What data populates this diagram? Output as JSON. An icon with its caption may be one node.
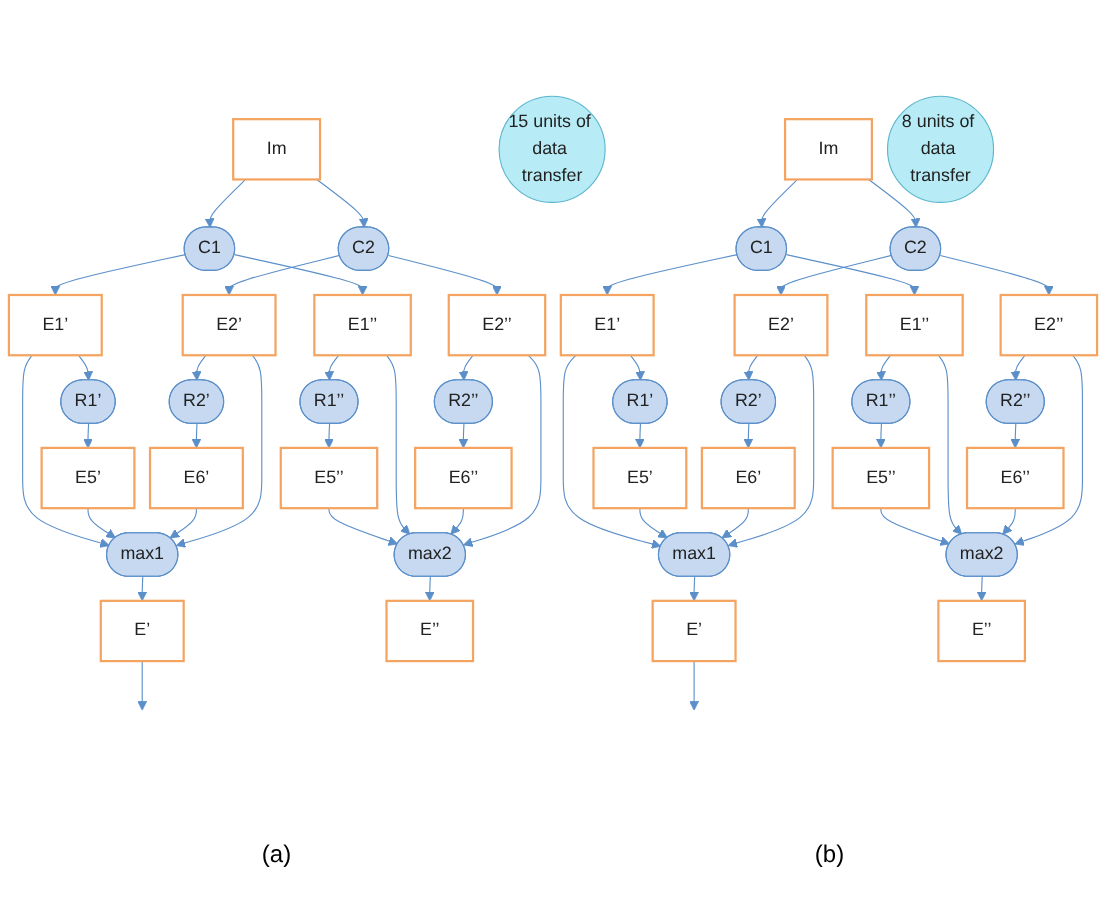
{
  "diagram": {
    "nodes": [
      {
        "text": [
          "Im"
        ]
      },
      {
        "text": [
          "C1"
        ]
      },
      {
        "text": [
          "C2"
        ]
      },
      {
        "text": [
          "E1’"
        ]
      },
      {
        "text": [
          "E1’’"
        ]
      },
      {
        "text": [
          "E2’"
        ]
      },
      {
        "text": [
          "E2’’"
        ]
      },
      {
        "text": [
          "R1’"
        ]
      },
      {
        "text": [
          "R1’’"
        ]
      },
      {
        "text": [
          "R2’"
        ]
      },
      {
        "text": [
          "R2’’"
        ]
      },
      {
        "text": [
          "E5’"
        ]
      },
      {
        "text": [
          "E5’’"
        ]
      },
      {
        "text": [
          "E6’"
        ]
      },
      {
        "text": [
          "E6’’"
        ]
      },
      {
        "text": [
          "max1"
        ]
      },
      {
        "text": [
          "max2"
        ]
      },
      {
        "text": [
          "E’"
        ]
      },
      {
        "text": [
          "E’’"
        ]
      },
      {
        "text": [
          "15 units of data transfer"
        ]
      },
      {
        "text": [
          "Im"
        ]
      },
      {
        "text": [
          "C1"
        ]
      },
      {
        "text": [
          "C2"
        ]
      },
      {
        "text": [
          "E1’"
        ]
      },
      {
        "text": [
          "E1’’"
        ]
      },
      {
        "text": [
          "E2’"
        ]
      },
      {
        "text": [
          "E2’’"
        ]
      },
      {
        "text": [
          "R1’"
        ]
      },
      {
        "text": [
          "R1’’"
        ]
      },
      {
        "text": [
          "R2’"
        ]
      },
      {
        "text": [
          "R2’’"
        ]
      },
      {
        "text": [
          "E5’"
        ]
      },
      {
        "text": [
          "E5’’"
        ]
      },
      {
        "text": [
          "E6’"
        ]
      },
      {
        "text": [
          "E6’’"
        ]
      },
      {
        "text": [
          "max1"
        ]
      },
      {
        "text": [
          "max2"
        ]
      },
      {
        "text": [
          "E’"
        ]
      },
      {
        "text": [
          "E’’"
        ]
      },
      {
        "text": [
          "8 units of data transfer"
        ]
      }
    ],
    "edges": [
      {
        "from": 0,
        "to": 1,
        "arrow": "to"
      },
      {
        "from": 0,
        "to": 2,
        "arrow": "to"
      },
      {
        "from": 1,
        "to": 3,
        "arrow": "to"
      },
      {
        "from": 1,
        "to": 4,
        "arrow": "to"
      },
      {
        "from": 2,
        "to": 5,
        "arrow": "to"
      },
      {
        "from": 2,
        "to": 6,
        "arrow": "to"
      },
      {
        "from": 3,
        "to": 7,
        "arrow": "to"
      },
      {
        "from": 4,
        "to": 8,
        "arrow": "to"
      },
      {
        "from": 5,
        "to": 9,
        "arrow": "to"
      },
      {
        "from": 6,
        "to": 10,
        "arrow": "to"
      },
      {
        "from": 7,
        "to": 11,
        "arrow": "to"
      },
      {
        "from": 8,
        "to": 12,
        "arrow": "to"
      },
      {
        "from": 9,
        "to": 13,
        "arrow": "to"
      },
      {
        "from": 10,
        "to": 14,
        "arrow": "to"
      },
      {
        "from": 3,
        "to": 15,
        "arrow": "to"
      },
      {
        "from": 11,
        "to": 15,
        "arrow": "to"
      },
      {
        "from": 13,
        "to": 15,
        "arrow": "to"
      },
      {
        "from": 5,
        "to": 15,
        "arrow": "to"
      },
      {
        "from": 12,
        "to": 16,
        "arrow": "to"
      },
      {
        "from": 4,
        "to": 16,
        "arrow": "to"
      },
      {
        "from": 14,
        "to": 16,
        "arrow": "to"
      },
      {
        "from": 6,
        "to": 16,
        "arrow": "to"
      },
      {
        "from": 15,
        "to": 17,
        "arrow": "to"
      },
      {
        "from": 16,
        "to": 18,
        "arrow": "to"
      },
      {
        "from": 17,
        "to": null,
        "arrow": "to"
      },
      {
        "from": 20,
        "to": 21,
        "arrow": "to"
      },
      {
        "from": 20,
        "to": 22,
        "arrow": "to"
      },
      {
        "from": 21,
        "to": 23,
        "arrow": "to"
      },
      {
        "from": 21,
        "to": 24,
        "arrow": "to"
      },
      {
        "from": 22,
        "to": 25,
        "arrow": "to"
      },
      {
        "from": 22,
        "to": 26,
        "arrow": "to"
      },
      {
        "from": 23,
        "to": 27,
        "arrow": "to"
      },
      {
        "from": 24,
        "to": 28,
        "arrow": "to"
      },
      {
        "from": 25,
        "to": 29,
        "arrow": "to"
      },
      {
        "from": 26,
        "to": 30,
        "arrow": "to"
      },
      {
        "from": 27,
        "to": 31,
        "arrow": "to"
      },
      {
        "from": 28,
        "to": 32,
        "arrow": "to"
      },
      {
        "from": 29,
        "to": 33,
        "arrow": "to"
      },
      {
        "from": 30,
        "to": 34,
        "arrow": "to"
      },
      {
        "from": 23,
        "to": 35,
        "arrow": "to"
      },
      {
        "from": 31,
        "to": 35,
        "arrow": "to"
      },
      {
        "from": 33,
        "to": 35,
        "arrow": "to"
      },
      {
        "from": 25,
        "to": 35,
        "arrow": "to"
      },
      {
        "from": 32,
        "to": 36,
        "arrow": "to"
      },
      {
        "from": 24,
        "to": 36,
        "arrow": "to"
      },
      {
        "from": 34,
        "to": 36,
        "arrow": "to"
      },
      {
        "from": 26,
        "to": 36,
        "arrow": "to"
      },
      {
        "from": 35,
        "to": 37,
        "arrow": "to"
      },
      {
        "from": 36,
        "to": 38,
        "arrow": "to"
      },
      {
        "from": 37,
        "to": null,
        "arrow": "to"
      }
    ],
    "labels": [
      "(a)",
      "(b)"
    ]
  }
}
